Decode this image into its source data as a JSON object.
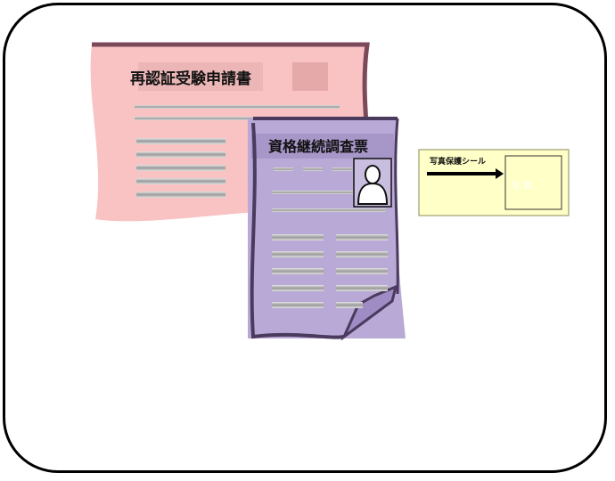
{
  "doc1": {
    "title": "再認証受験申請書",
    "color": "#f9c3c3",
    "border": "#7a4a5a"
  },
  "doc2": {
    "title": "資格継続調査票",
    "color": "#b9a9d6",
    "border": "#4a3a5e"
  },
  "sticker": {
    "label": "写真保護シール",
    "color": "#ffffc8",
    "faint_text": "写 真"
  },
  "icons": {
    "photo": "person-icon",
    "arrow": "right-arrow-icon"
  }
}
